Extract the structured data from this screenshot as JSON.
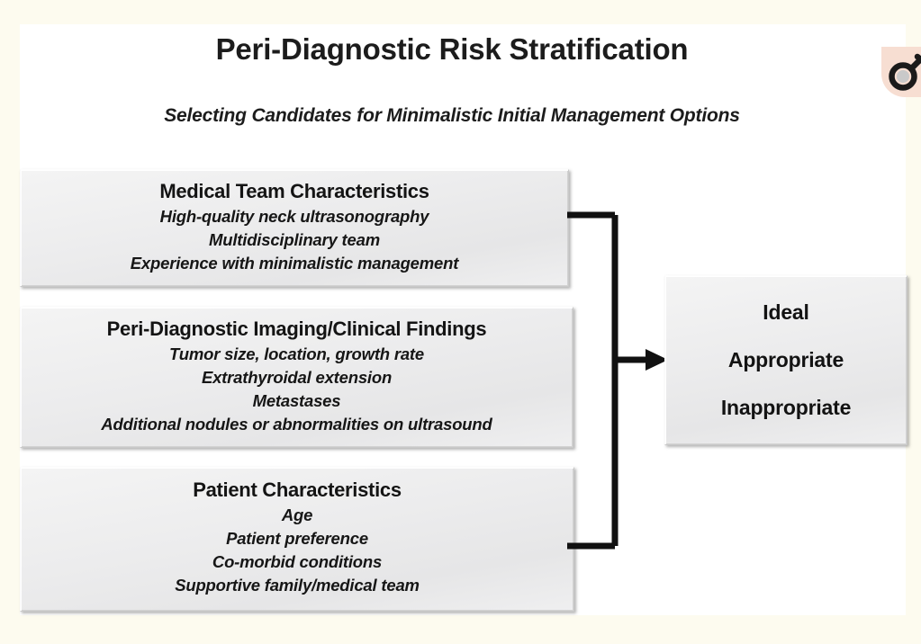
{
  "slide": {
    "title": "Peri-Diagnostic Risk Stratification",
    "subtitle": "Selecting Candidates for Minimalistic Initial Management Options",
    "background_color": "#fdfbef",
    "card_color": "#ffffff",
    "badge": {
      "icon": "hand-mirror-icon",
      "background_color": "#f7ded2",
      "glyph_color": "#1a1a1a"
    }
  },
  "inputs": [
    {
      "id": "medical-team",
      "title": "Medical Team Characteristics",
      "lines": [
        "High-quality neck ultrasonography",
        "Multidisciplinary team",
        "Experience with minimalistic management"
      ]
    },
    {
      "id": "peri-diagnostic-imaging",
      "title": "Peri-Diagnostic Imaging/Clinical Findings",
      "lines": [
        "Tumor size, location, growth rate",
        "Extrathyroidal extension",
        "Metastases",
        "Additional nodules or abnormalities on ultrasound"
      ]
    },
    {
      "id": "patient",
      "title": "Patient Characteristics",
      "lines": [
        "Age",
        "Patient preference",
        "Co-morbid conditions",
        "Supportive family/medical team"
      ]
    }
  ],
  "outcome": {
    "id": "suitability-outcome",
    "lines": [
      "Ideal",
      "Appropriate",
      "Inappropriate"
    ]
  },
  "connector": {
    "type": "bracket-arrow",
    "direction": "right",
    "color": "#111111"
  }
}
